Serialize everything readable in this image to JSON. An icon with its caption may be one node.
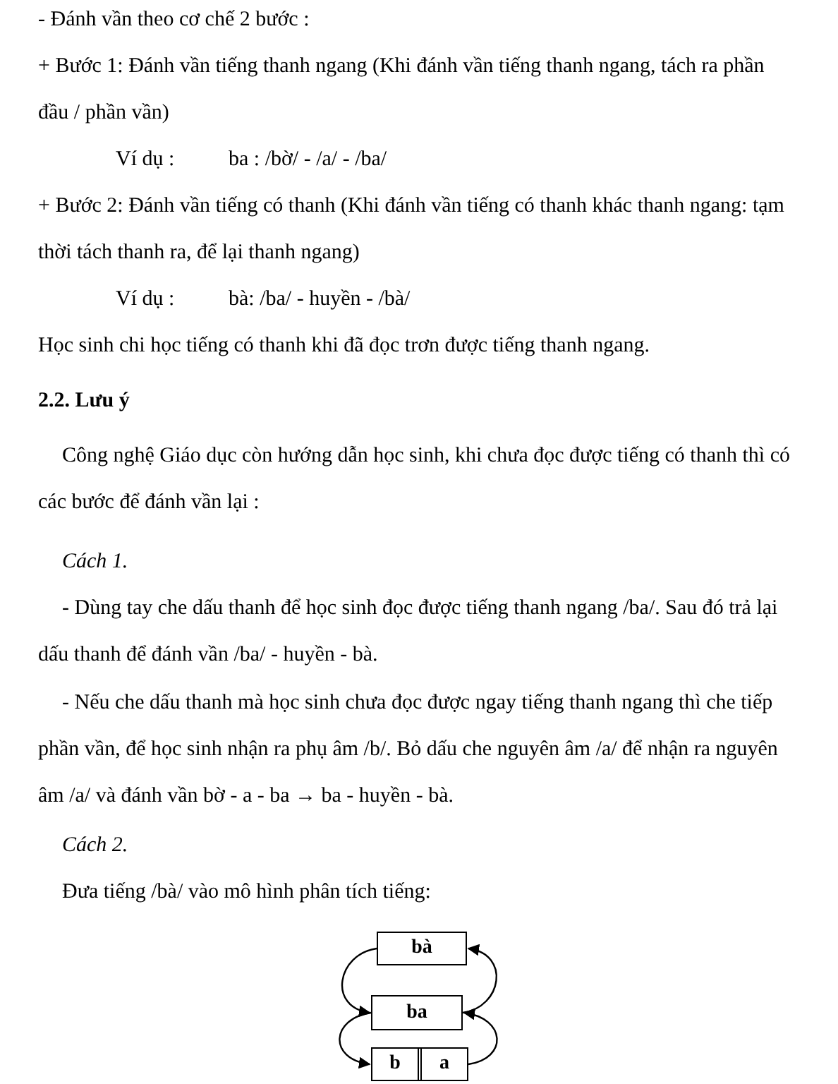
{
  "diagram": {
    "nodes": [
      {
        "text": [
          "bà"
        ]
      },
      {
        "text": [
          "ba"
        ]
      },
      {
        "text": [
          "b",
          "a"
        ]
      }
    ],
    "edges": [
      {
        "from": 0,
        "to": 1,
        "arrow": "to"
      },
      {
        "from": 1,
        "to": 2,
        "arrow": "to"
      },
      {
        "from": 2,
        "to": 1,
        "arrow": "to"
      },
      {
        "from": 1,
        "to": 0,
        "arrow": "to"
      }
    ],
    "labels": [
      "- Đánh vần theo cơ chế 2 bước :",
      "+ Bước 1: Đánh vần tiếng thanh ngang (Khi đánh vần tiếng thanh ngang, tách ra phần đầu / phần vần)",
      "Ví dụ :",
      "ba : /bờ/ - /a/ - /ba/",
      "+ Bước 2: Đánh vần tiếng có thanh (Khi đánh vần tiếng có thanh khác thanh ngang: tạm thời tách thanh ra, để lại thanh ngang)",
      "Ví dụ :",
      "bà: /ba/ - huyền - /bà/",
      "Học sinh chi học tiếng có thanh khi đã đọc trơn được tiếng thanh ngang.",
      "2.2. Lưu ý",
      "Công nghệ Giáo dục còn hướng dẫn học sinh, khi chưa đọc được tiếng có thanh thì có các bước để đánh vần lại :",
      "Cách 1.",
      "- Dùng tay che dấu thanh để học sinh đọc được tiếng thanh ngang /ba/. Sau đó trả lại dấu thanh để đánh vần /ba/ - huyền - bà.",
      "- Nếu che dấu thanh mà học sinh chưa đọc được ngay tiếng thanh ngang thì che tiếp phần vần, để học sinh nhận ra phụ âm /b/. Bỏ dấu che nguyên âm /a/ để nhận ra nguyên âm /a/ và đánh vần bờ - a - ba → ba - huyền - bà.",
      "Cách 2.",
      "Đưa tiếng /bà/ vào mô hình phân tích tiếng:"
    ]
  }
}
